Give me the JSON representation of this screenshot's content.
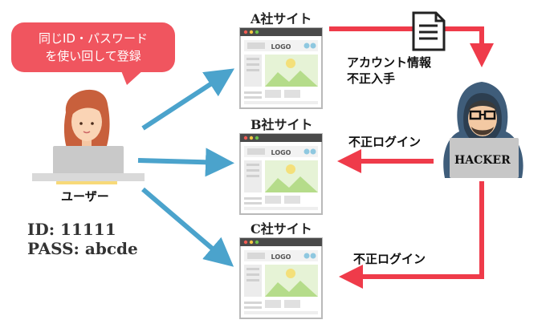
{
  "bubble": {
    "line1": "同じID・パスワード",
    "line2": "を使い回して登録"
  },
  "user": {
    "label": "ユーザー",
    "id_line": "ID: 11111",
    "pass_line": "PASS: abcde"
  },
  "sites": [
    {
      "title": "A社サイト",
      "logo": "LOGO"
    },
    {
      "title": "B社サイト",
      "logo": "LOGO"
    },
    {
      "title": "C社サイト",
      "logo": "LOGO"
    }
  ],
  "leak_label": {
    "line1": "アカウント情報",
    "line2": "不正入手"
  },
  "login_labels": [
    "不正ログイン",
    "不正ログイン"
  ],
  "hacker": {
    "laptop_text": "HACKER"
  },
  "icons": [
    "document-icon",
    "woman-user-icon",
    "hacker-icon",
    "browser-window-icon"
  ],
  "colors": {
    "bubble": "#f0555f",
    "blue_arrow": "#4ba3cc",
    "red_arrow": "#ef3b4a"
  }
}
